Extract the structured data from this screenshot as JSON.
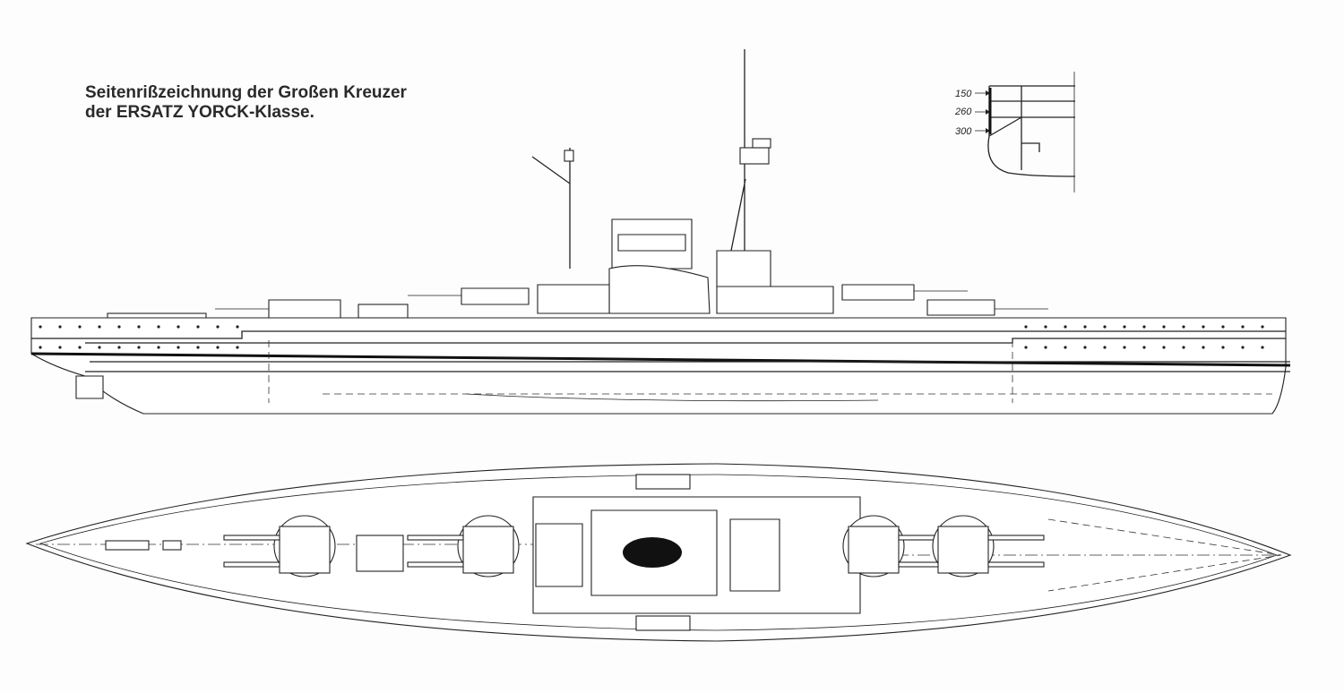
{
  "title": {
    "line1": "Seitenrißzeichnung der Großen Kreuzer",
    "line2": "der ERSATZ YORCK-Klasse."
  },
  "armor_section": {
    "labels": [
      "150",
      "260",
      "300"
    ]
  }
}
